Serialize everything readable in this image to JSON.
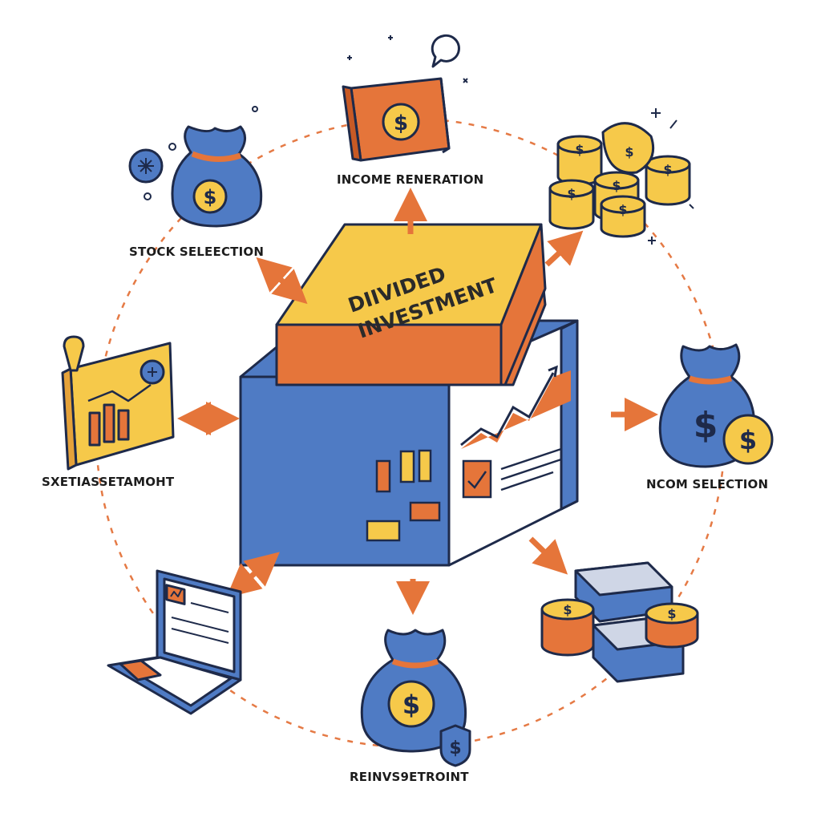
{
  "center": {
    "line1": "DIIVIDED",
    "line2": "INVESTMENT"
  },
  "labels": {
    "income_generation": "INCOME RENERATION",
    "stock_selection": "STOCK SELEECTION",
    "asset": "SXETIASSETAMOHT",
    "ncom_selection": "NCOM SELECTION",
    "reinvestment": "REINVS9ETROINT"
  },
  "icons": {
    "top": "wallet-dollar-icon",
    "top_right": "coin-stacks-icon",
    "right": "money-bag-coin-icon",
    "bottom_right": "cash-and-coins-icon",
    "bottom": "money-bag-shield-icon",
    "bottom_left": "laptop-chart-icon",
    "left": "chart-board-icon",
    "top_left": "money-bag-icon"
  },
  "colors": {
    "blue": "#4f7bc4",
    "orange": "#e5753a",
    "yellow": "#f6c94a",
    "outline": "#1e2a4a",
    "dashed_ring": "#e57a45"
  },
  "glyphs": {
    "dollar": "$"
  }
}
